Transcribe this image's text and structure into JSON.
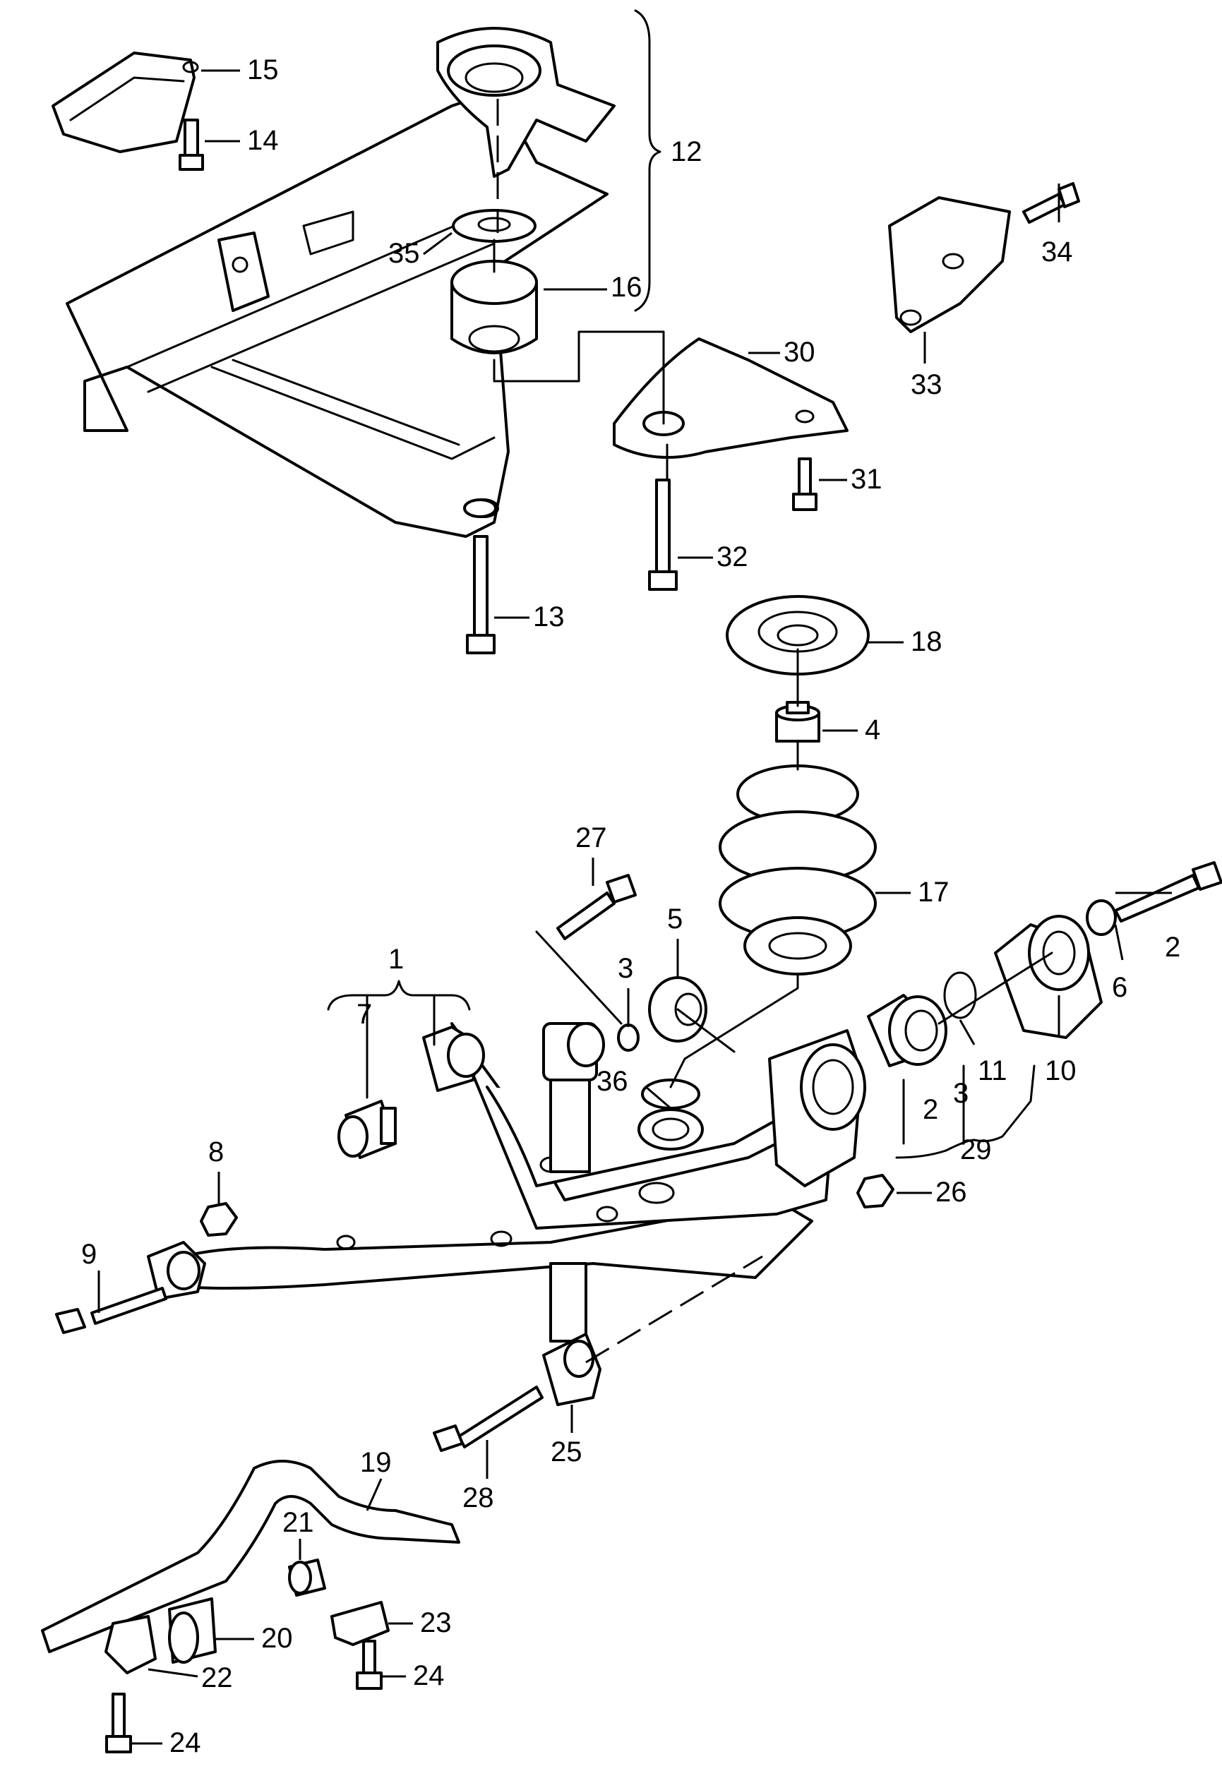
{
  "diagram": {
    "callouts": {
      "c1": "1",
      "c2a": "2",
      "c2b": "2",
      "c3a": "3",
      "c3b": "3",
      "c4": "4",
      "c5": "5",
      "c6": "6",
      "c7": "7",
      "c8": "8",
      "c9": "9",
      "c10": "10",
      "c11": "11",
      "c12": "12",
      "c13": "13",
      "c14": "14",
      "c15": "15",
      "c16": "16",
      "c17": "17",
      "c18": "18",
      "c19": "19",
      "c20": "20",
      "c21": "21",
      "c22": "22",
      "c23": "23",
      "c24a": "24",
      "c24b": "24",
      "c25": "25",
      "c26": "26",
      "c27": "27",
      "c28": "28",
      "c29": "29",
      "c30": "30",
      "c31": "31",
      "c32": "32",
      "c33": "33",
      "c34": "34",
      "c35": "35",
      "c36": "36"
    }
  }
}
